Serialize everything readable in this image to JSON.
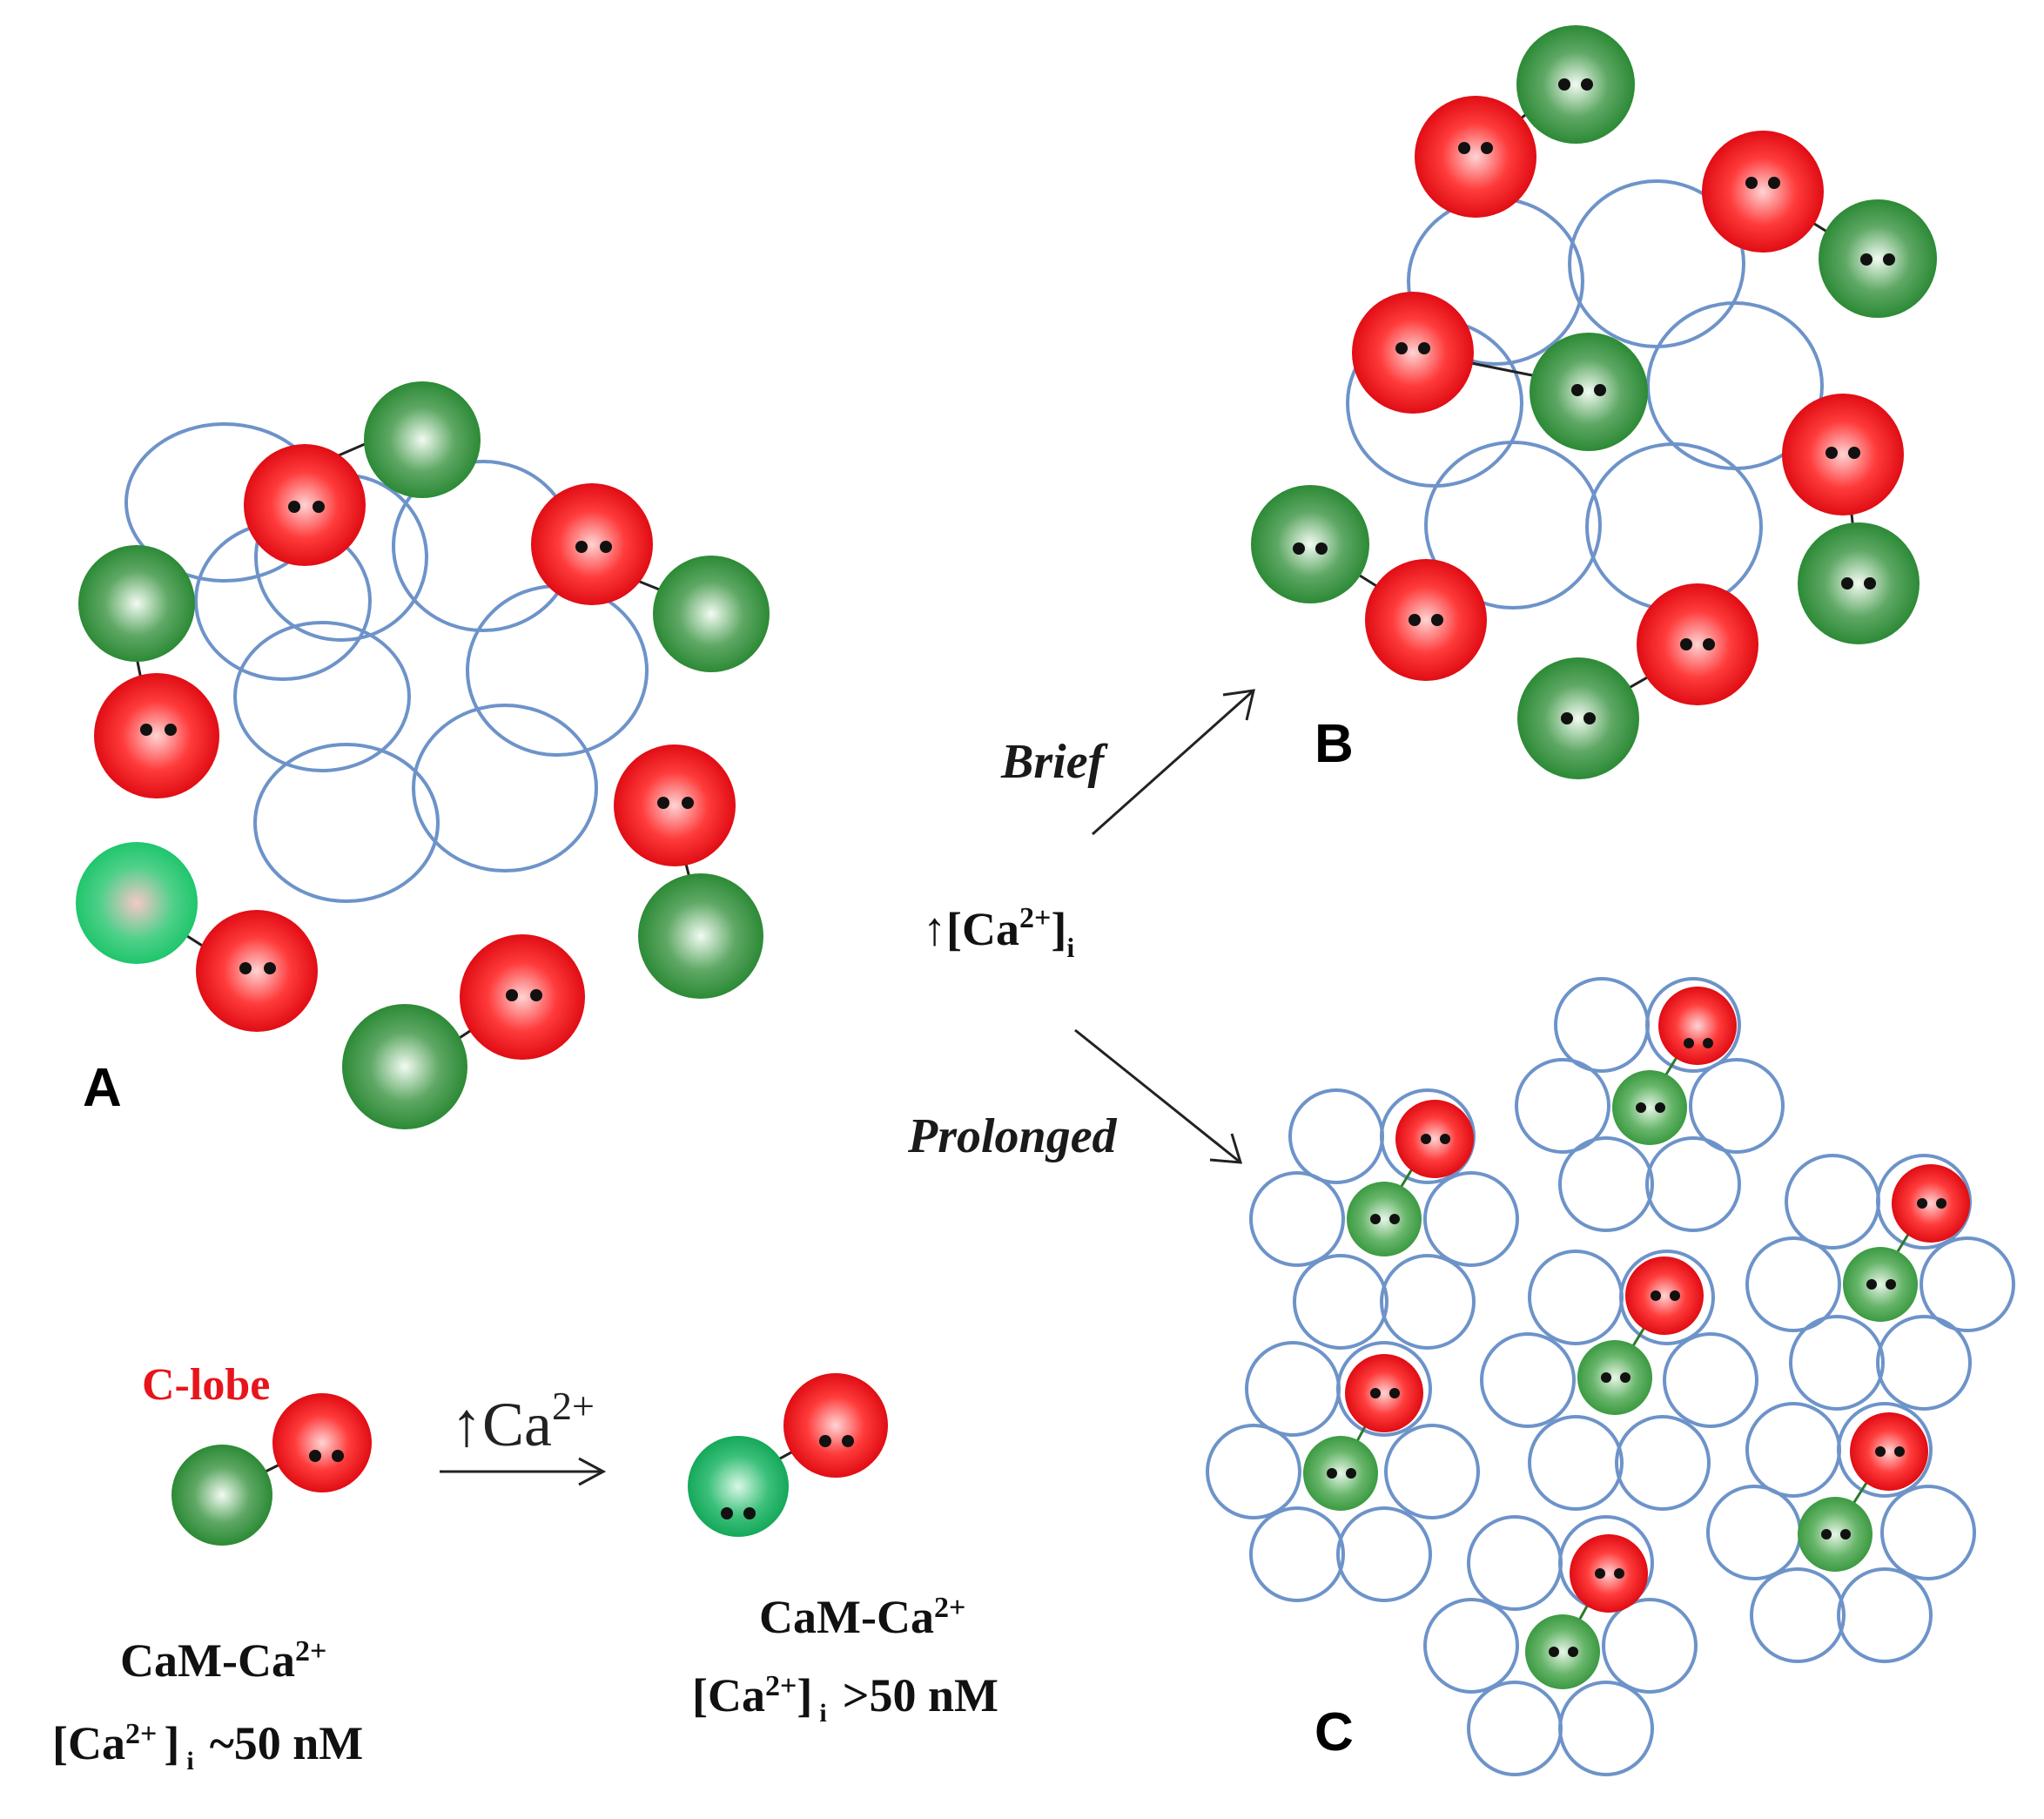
{
  "panels": {
    "a_label": "A",
    "b_label": "B",
    "c_label": "C"
  },
  "arrows": {
    "brief_label": "Brief",
    "prolonged_label": "Prolonged",
    "trigger_prefix": "↑[Ca",
    "trigger_sup": "2+",
    "trigger_suffix": "]",
    "trigger_sub": "i"
  },
  "legend": {
    "c_lobe_label": "C-lobe",
    "transition_prefix": "↑Ca",
    "transition_sup": "2+"
  },
  "captions": {
    "left_line1": "CaM-Ca",
    "left_line1_sup": "2+",
    "left_line2_prefix": "[Ca",
    "left_line2_sup": "2+",
    "left_line2_mid": "]",
    "left_line2_sub": "i",
    "left_line2_value": "~50 nM",
    "right_line1": "CaM-Ca",
    "right_line1_sup": "2+",
    "right_line2_prefix": "[Ca",
    "right_line2_sup": "2+",
    "right_line2_mid": "]",
    "right_line2_sub": "i",
    "right_line2_value": ">50 nM"
  },
  "colors": {
    "c_lobe": "#e8141c",
    "n_lobe": "#2e8b3a",
    "channel_outline": "#6d93c9",
    "c_lobe_label": "#e8141c"
  }
}
